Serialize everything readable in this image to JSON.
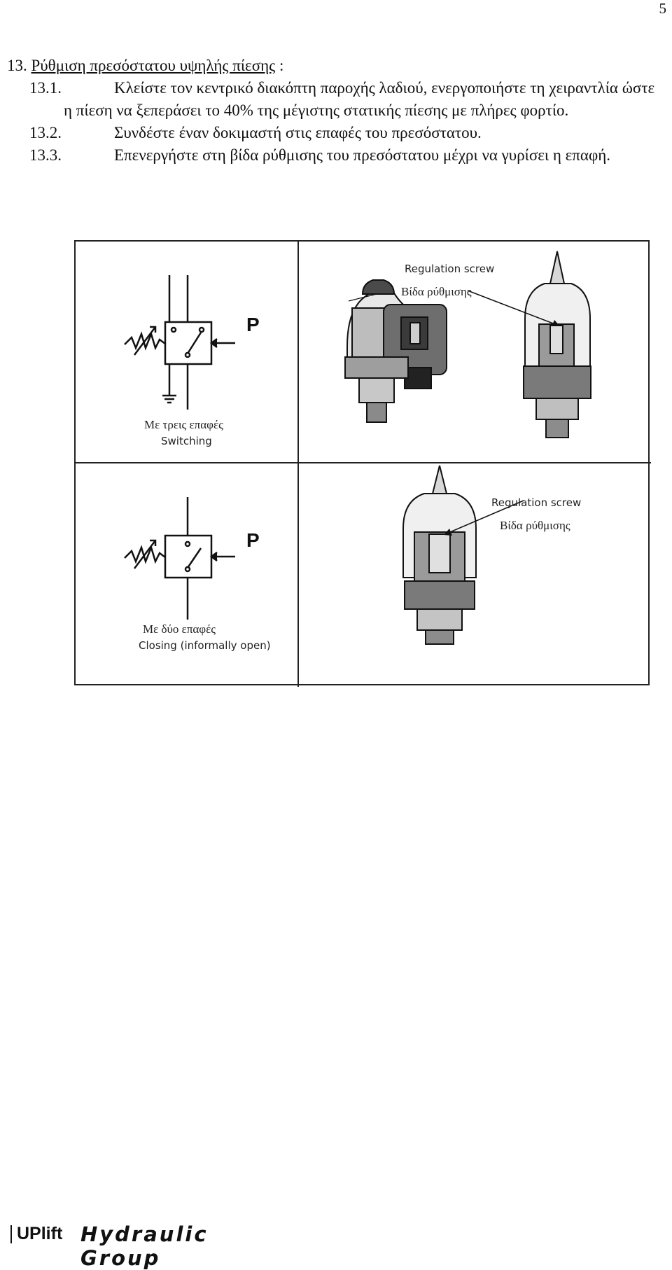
{
  "page_number": "5",
  "section": {
    "number": "13.",
    "title": "Ρύθμιση πρεσόστατου υψηλής πίεσης",
    "suffix": " :"
  },
  "steps": [
    {
      "number": "13.1.",
      "text": "Κλείστε τον κεντρικό διακόπτη παροχής λαδιού, ενεργοποιήστε τη χειραντλία ώστε η πίεση να ξεπεράσει το 40%  της μέγιστης στατικής πίεσης με πλήρες φορτίο."
    },
    {
      "number": "13.2.",
      "text": "Συνδέστε έναν δοκιμαστή στις επαφές του πρεσόστατου."
    },
    {
      "number": "13.3.",
      "text": "Επενεργήστε στη βίδα ρύθμισης του πρεσόστατου μέχρι να γυρίσει η επαφή."
    }
  ],
  "figure": {
    "symbol_pressure_label": "P",
    "top_left_caption_gr": "Με τρεις επαφές",
    "top_left_caption_en": "Switching",
    "bottom_left_caption_gr": "Με δύο επαφές",
    "bottom_left_caption_en": "Closing (informally open)",
    "top_right_label_en": "Regulation screw",
    "top_right_label_gr": "Βίδα ρύθμισης",
    "bottom_right_label_en": "Regulation screw",
    "bottom_right_label_gr": "Βίδα ρύθμισης"
  },
  "footer": {
    "brand": "UPlift",
    "tagline": "Hydraulic Group"
  }
}
